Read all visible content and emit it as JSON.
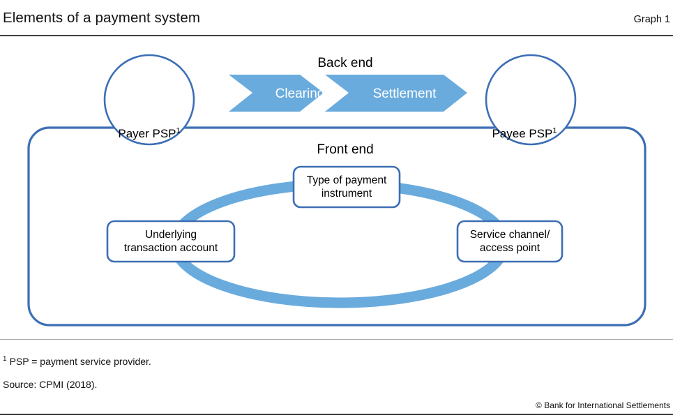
{
  "header": {
    "title": "Elements of a payment system",
    "graph_number": "Graph 1"
  },
  "figure": {
    "back_end_label": "Back end",
    "front_end_label": "Front end",
    "circles": [
      {
        "id": "payer-psp",
        "label": "Payer PSP",
        "footnote_marker": "1"
      },
      {
        "id": "payee-psp",
        "label": "Payee PSP",
        "footnote_marker": "1"
      }
    ],
    "chevrons": [
      {
        "id": "clearing",
        "label": "Clearing"
      },
      {
        "id": "settlement",
        "label": "Settlement"
      }
    ],
    "nodes": [
      {
        "id": "type-of-payment-instrument",
        "line1": "Type of payment",
        "line2": "instrument"
      },
      {
        "id": "underlying-transaction-account",
        "line1": "Underlying",
        "line2": "transaction account"
      },
      {
        "id": "service-channel-access-point",
        "line1": "Service channel/",
        "line2": "access point"
      }
    ]
  },
  "footnotes": {
    "marker_1": "1",
    "footnote_1": "PSP = payment service provider.",
    "source": "Source: CPMI (2018).",
    "copyright": "© Bank for International Settlements"
  },
  "colors": {
    "dark_blue_outline": "#3c6eb4",
    "light_blue_fill": "#6aabdd",
    "rule_dark": "#3f3f3f",
    "rule_light": "#a8a8a8",
    "text_black": "#111111",
    "chevron_text": "#ffffff"
  }
}
